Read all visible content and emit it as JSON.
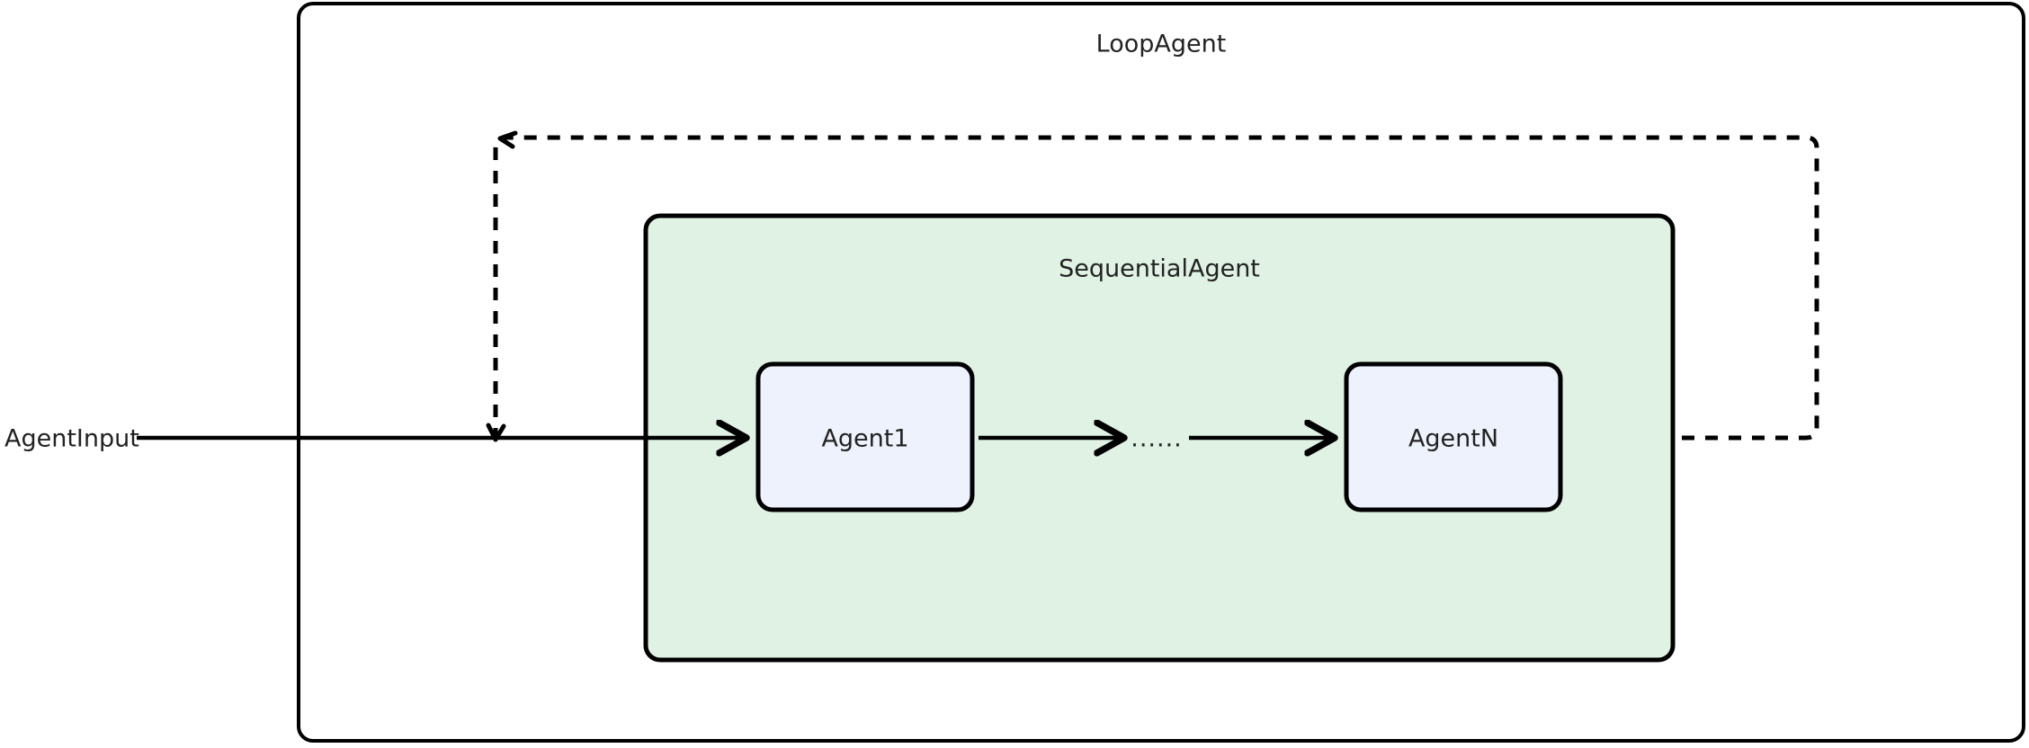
{
  "diagram": {
    "type": "flow-diagram",
    "title": "LoopAgent",
    "outer_container": {
      "label": "LoopAgent",
      "fill": "#ffffff",
      "stroke": "#000000"
    },
    "inner_container": {
      "label": "SequentialAgent",
      "fill": "#dff2e4",
      "stroke": "#000000"
    },
    "nodes": [
      {
        "id": "agent1",
        "label": "Agent1",
        "fill": "#eef2fc",
        "stroke": "#000000"
      },
      {
        "id": "ellipsis",
        "label": "......",
        "fill": "none",
        "stroke": "none"
      },
      {
        "id": "agentN",
        "label": "AgentN",
        "fill": "#eef2fc",
        "stroke": "#000000"
      }
    ],
    "external_input": {
      "label": "AgentInput"
    },
    "edges": [
      {
        "from": "AgentInput",
        "to": "Agent1",
        "style": "solid",
        "arrow": true
      },
      {
        "from": "Agent1",
        "to": "......",
        "style": "solid",
        "arrow": true
      },
      {
        "from": "......",
        "to": "AgentN",
        "style": "solid",
        "arrow": true
      },
      {
        "from": "AgentN",
        "to": "Agent1",
        "style": "dashed",
        "arrow": true,
        "note": "loop-back"
      }
    ],
    "colors": {
      "text": "#232323",
      "line": "#000000",
      "sequential_fill": "#dff2e4",
      "agent_fill": "#eef2fc",
      "page_background": "#ffffff"
    }
  }
}
